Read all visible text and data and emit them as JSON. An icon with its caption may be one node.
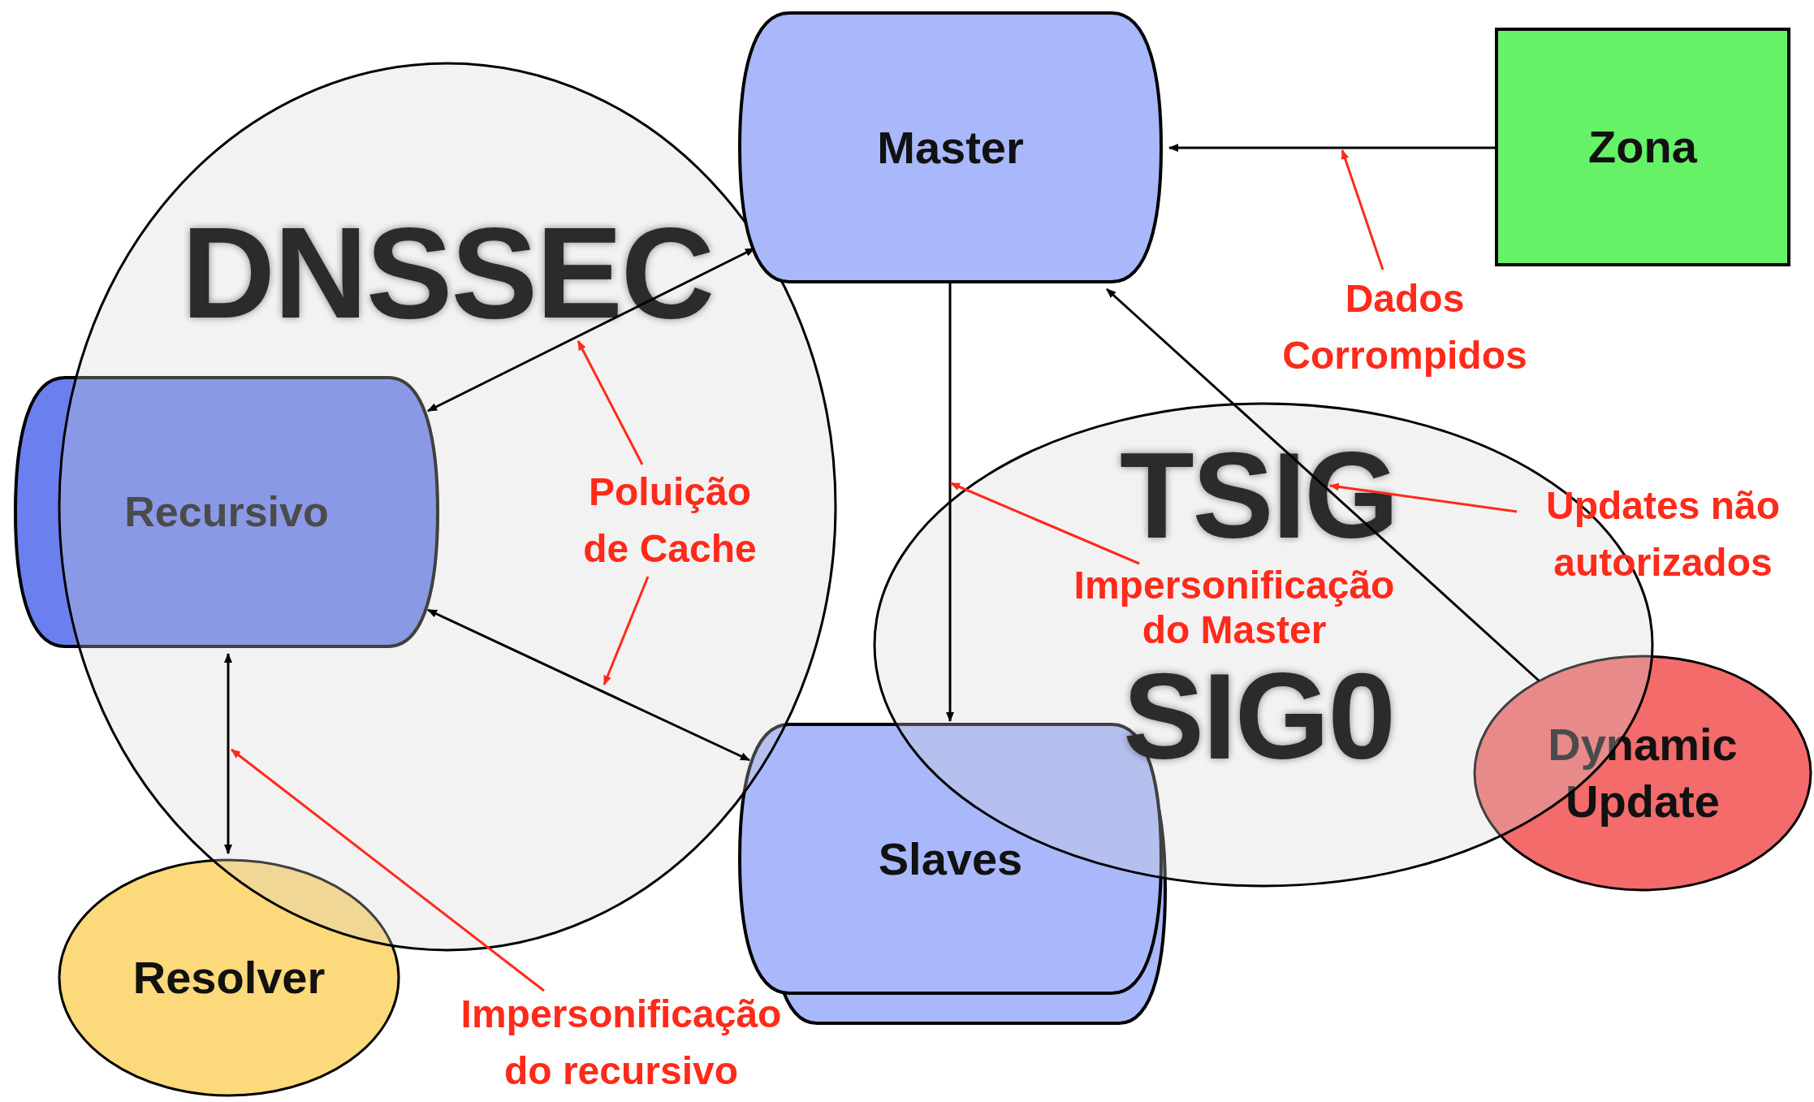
{
  "diagram": {
    "nodes": [
      {
        "text": [
          "Master"
        ]
      },
      {
        "text": [
          "Zona"
        ]
      },
      {
        "text": [
          "DNSSEC"
        ]
      },
      {
        "text": [
          "Recursivo"
        ]
      },
      {
        "text": [
          "Dados Corrompidos"
        ]
      },
      {
        "text": [
          "Poluição de Cache"
        ],
        "in": 2
      },
      {
        "text": [
          "TSIG",
          "SIG0"
        ]
      },
      {
        "text": [
          "Updates não autorizados"
        ]
      },
      {
        "text": [
          "Impersonificação do Master"
        ],
        "in": 6
      },
      {
        "text": [
          "Slaves"
        ]
      },
      {
        "text": [
          "Dynamic Update"
        ]
      },
      {
        "text": [
          "Resolver"
        ]
      },
      {
        "text": [
          "Impersonificação do recursivo"
        ]
      }
    ],
    "edges": [
      {
        "from": 1,
        "to": 0,
        "arrow": "to"
      },
      {
        "from": 0,
        "to": 9,
        "arrow": "to"
      },
      {
        "from": 0,
        "to": 3,
        "arrow": "both"
      },
      {
        "from": 3,
        "to": 9,
        "arrow": "both"
      },
      {
        "from": 3,
        "to": 11,
        "arrow": "both"
      },
      {
        "from": 10,
        "to": 0,
        "arrow": "to"
      },
      {
        "from": 4,
        "to": null,
        "arrow": "to",
        "color": "#ff2a1a"
      },
      {
        "from": 5,
        "to": null,
        "arrow": "to",
        "color": "#ff2a1a"
      },
      {
        "from": 5,
        "to": null,
        "arrow": "to",
        "color": "#ff2a1a"
      },
      {
        "from": 7,
        "to": null,
        "arrow": "to",
        "color": "#ff2a1a"
      },
      {
        "from": 8,
        "to": null,
        "arrow": "to",
        "color": "#ff2a1a"
      },
      {
        "from": 12,
        "to": null,
        "arrow": "to",
        "color": "#ff2a1a"
      }
    ]
  }
}
